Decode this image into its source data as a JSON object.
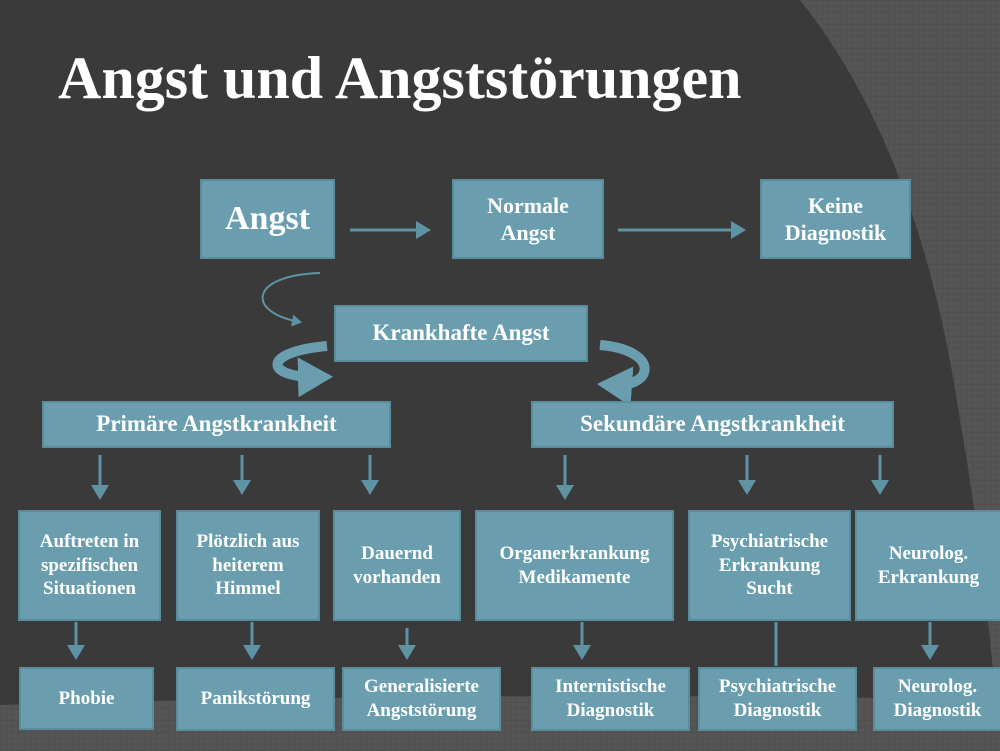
{
  "title": "Angst und Angststörungen",
  "colors": {
    "box": "#6a9eaf",
    "background": "#3a3a3a",
    "arrow": "#5e93a4"
  },
  "nodes": {
    "angst": "Angst",
    "normale_angst": "Normale\nAngst",
    "keine_diagnostik": "Keine\nDiagnostik",
    "krankhafte_angst": "Krankhafte Angst",
    "primaere": "Primäre Angstkrankheit",
    "sekundaere": "Sekundäre Angstkrankheit",
    "auftreten": "Auftreten in\nspezifischen\nSituationen",
    "ploetzlich": "Plötzlich aus\nheiterem\nHimmel",
    "dauernd": "Dauernd\nvorhanden",
    "organ": "Organerkrankung\nMedikamente",
    "psychiatrisch": "Psychiatrische\nErkrankung\nSucht",
    "neurolog": "Neurolog.\nErkrankung",
    "phobie": "Phobie",
    "panik": "Panikstörung",
    "generalisiert": "Generalisierte\nAngststörung",
    "internistisch": "Internistische\nDiagnostik",
    "psych_diag": "Psychiatrische\nDiagnostik",
    "neuro_diag": "Neurolog.\nDiagnostik"
  }
}
